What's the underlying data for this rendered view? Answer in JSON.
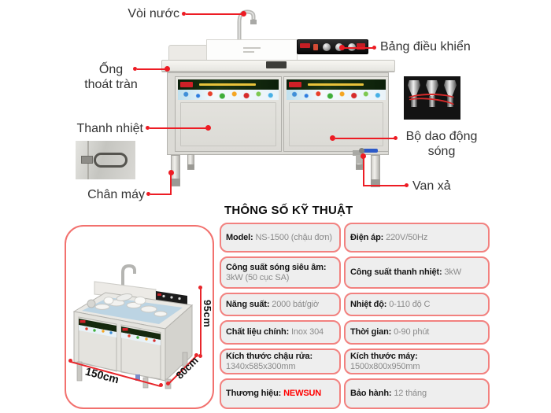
{
  "callouts": {
    "water_tap": "Vòi nước",
    "control_panel": "Bảng điều khiển",
    "overflow_pipe_line1": "Ống",
    "overflow_pipe_line2": "thoát tràn",
    "heating_rod": "Thanh nhiệt",
    "wave_oscillator_line1": "Bộ dao động",
    "wave_oscillator_line2": "sóng",
    "machine_legs": "Chân máy",
    "drain_valve": "Van xả"
  },
  "dimensions": {
    "height": "95cm",
    "length": "150cm",
    "depth": "80cm"
  },
  "specs": {
    "title": "THÔNG SỐ KỸ THUẬT",
    "rows": [
      {
        "left": {
          "label": "Model:",
          "value": "NS-1500 (chậu đơn)"
        },
        "right": {
          "label": "Điện áp:",
          "value": "220V/50Hz"
        }
      },
      {
        "left": {
          "label": "Công suất sóng siêu âm:",
          "value": "3kW (50 cục SA)"
        },
        "right": {
          "label": "Công suất thanh nhiệt:",
          "value": "3kW"
        }
      },
      {
        "left": {
          "label": "Năng suất:",
          "value": "2000 bát/giờ"
        },
        "right": {
          "label": "Nhiệt độ:",
          "value": "0-110 độ C"
        }
      },
      {
        "left": {
          "label": "Chất liệu chính:",
          "value": "Inox 304"
        },
        "right": {
          "label": "Thời gian:",
          "value": "0-90 phút"
        }
      },
      {
        "left": {
          "label": "Kích thước chậu rửa:",
          "value": "1340x585x300mm"
        },
        "right": {
          "label": "Kích thước máy:",
          "value": "1500x800x950mm"
        }
      },
      {
        "left": {
          "label": "Thương hiệu:",
          "value": "NEWSUN"
        },
        "right": {
          "label": "Bảo hành:",
          "value": "12 tháng"
        }
      }
    ]
  },
  "colors": {
    "callout_red": "#ed1c24",
    "cell_border": "#f2817f",
    "cell_background": "#eeeeee",
    "brand_red": "#ff0000",
    "value_gray": "#8a8a8a"
  }
}
